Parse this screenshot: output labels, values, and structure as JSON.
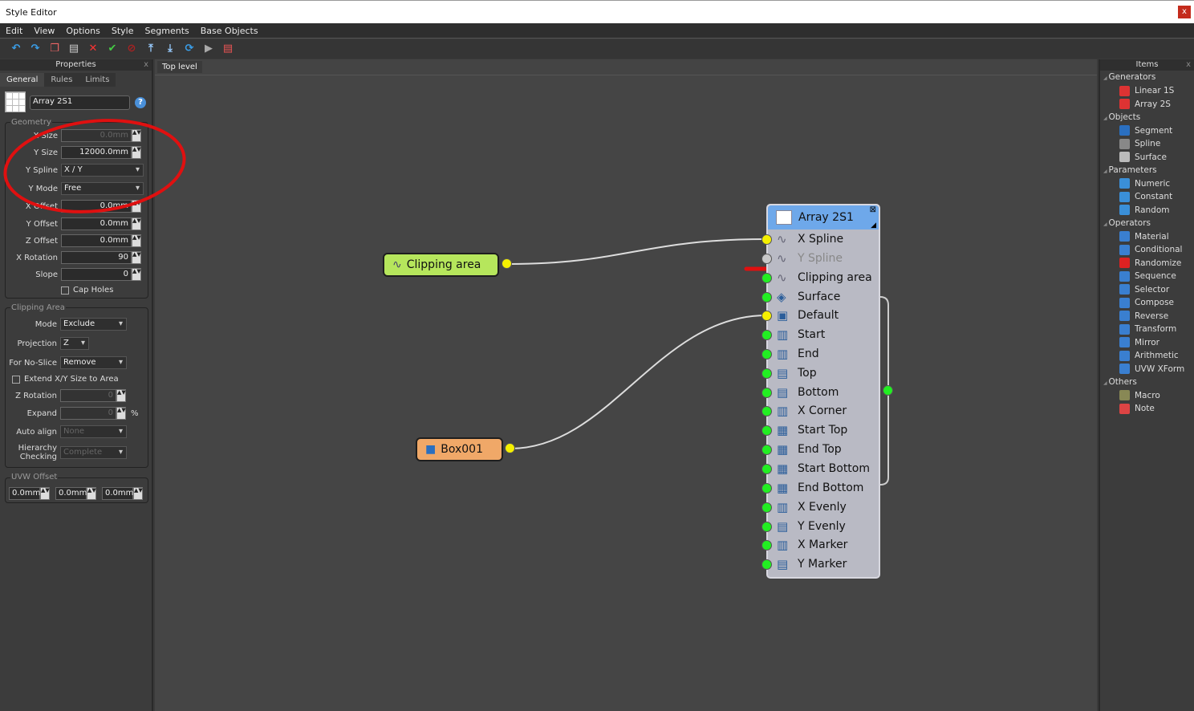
{
  "window": {
    "title": "Style Editor",
    "close": "x"
  },
  "menu": [
    "Edit",
    "View",
    "Options",
    "Style",
    "Segments",
    "Base Objects"
  ],
  "toolbar": [
    "undo-icon",
    "redo-icon",
    "copy-icon",
    "paste-icon",
    "delete-icon",
    "apply-icon",
    "stop-icon",
    "move-top-icon",
    "move-bottom-icon",
    "refresh-icon",
    "export-icon",
    "note-icon"
  ],
  "properties": {
    "title": "Properties",
    "close": "x",
    "tabs": [
      "General",
      "Rules",
      "Limits"
    ],
    "name": "Array 2S1",
    "help": "?",
    "geometry": {
      "label": "Geometry",
      "x_size": {
        "label": "X Size",
        "value": "0.0mm"
      },
      "y_size": {
        "label": "Y Size",
        "value": "12000.0mm"
      },
      "y_spline": {
        "label": "Y Spline",
        "value": "X / Y"
      },
      "y_mode": {
        "label": "Y Mode",
        "value": "Free"
      },
      "x_offset": {
        "label": "X Offset",
        "value": "0.0mm"
      },
      "y_offset": {
        "label": "Y Offset",
        "value": "0.0mm"
      },
      "z_offset": {
        "label": "Z Offset",
        "value": "0.0mm"
      },
      "x_rotation": {
        "label": "X Rotation",
        "value": "90"
      },
      "slope": {
        "label": "Slope",
        "value": "0"
      },
      "cap_holes": "Cap Holes"
    },
    "clipping": {
      "label": "Clipping Area",
      "mode": {
        "label": "Mode",
        "value": "Exclude"
      },
      "projection": {
        "label": "Projection",
        "value": "Z"
      },
      "no_slice": {
        "label": "For No-Slice",
        "value": "Remove"
      },
      "extend": "Extend X/Y Size to Area",
      "z_rotation": {
        "label": "Z Rotation",
        "value": "0"
      },
      "expand": {
        "label": "Expand",
        "value": "0",
        "unit": "%"
      },
      "auto_align": {
        "label": "Auto align",
        "value": "None"
      },
      "hierarchy": {
        "label1": "Hierarchy",
        "label2": "Checking",
        "value": "Complete"
      }
    },
    "uvw": {
      "label": "UVW Offset",
      "values": [
        "0.0mm",
        "0.0mm",
        "0.0mm"
      ]
    }
  },
  "canvas": {
    "tab": "Top level",
    "clip_node": "Clipping area",
    "box_node": "Box001",
    "array_node": {
      "title": "Array 2S1",
      "ports": [
        "X Spline",
        "Y Spline",
        "Clipping area",
        "Surface",
        "Default",
        "Start",
        "End",
        "Top",
        "Bottom",
        "X Corner",
        "Start Top",
        "End Top",
        "Start Bottom",
        "End Bottom",
        "X Evenly",
        "Y Evenly",
        "X Marker",
        "Y Marker"
      ]
    }
  },
  "items": {
    "title": "Items",
    "close": "x",
    "categories": [
      {
        "name": "Generators",
        "items": [
          "Linear 1S",
          "Array 2S"
        ]
      },
      {
        "name": "Objects",
        "items": [
          "Segment",
          "Spline",
          "Surface"
        ]
      },
      {
        "name": "Parameters",
        "items": [
          "Numeric",
          "Constant",
          "Random"
        ]
      },
      {
        "name": "Operators",
        "items": [
          "Material",
          "Conditional",
          "Randomize",
          "Sequence",
          "Selector",
          "Compose",
          "Reverse",
          "Transform",
          "Mirror",
          "Arithmetic",
          "UVW XForm"
        ]
      },
      {
        "name": "Others",
        "items": [
          "Macro",
          "Note"
        ]
      }
    ]
  },
  "colors": {
    "port_green": "#22ee22",
    "port_yellow": "#f5f000",
    "annotation": "#e01010",
    "node_header": "#6ea8ea"
  }
}
